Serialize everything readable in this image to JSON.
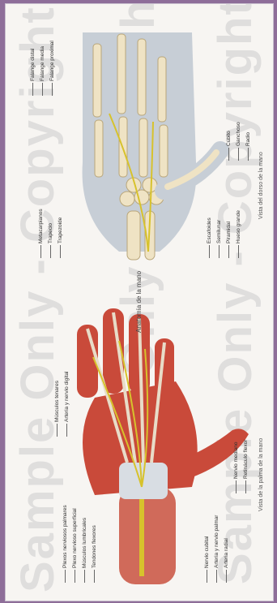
{
  "watermark": {
    "line1": "Sample Only - Copyrighted",
    "line2": "Sample Only - Copyrighted",
    "line3": "Sample Only - Copyrighted"
  },
  "plate_title": "Anatomía de la mano",
  "captions": {
    "left": "Vista de la palma de la mano",
    "right": "Vista del dorso de la mano"
  },
  "labels_left": [
    "Plexos nerviosos palmares",
    "Plexo nervioso superficial",
    "Músculos lumbricales",
    "Tendones flexores",
    "Nervio cubital",
    "Arteria y nervio palmar",
    "Arteria radial",
    "Nervio mediano",
    "Retináculo flexor",
    "Músculos tenares",
    "Arteria y nervio digital"
  ],
  "labels_right": [
    "Falange distal",
    "Falange media",
    "Falange proximal",
    "Metacarpianos",
    "Trapecio",
    "Trapezoide",
    "Escafoides",
    "Semilunar",
    "Piramidal",
    "Hueso grande",
    "Ganchoso",
    "Radio",
    "Cúbito"
  ],
  "colors": {
    "frame": "#8e6e99",
    "muscle": "#c94a3a",
    "tendon": "#e8dcc8",
    "nerve": "#d7c22c",
    "bone": "#efe3c4",
    "skin": "#c7ced6"
  }
}
